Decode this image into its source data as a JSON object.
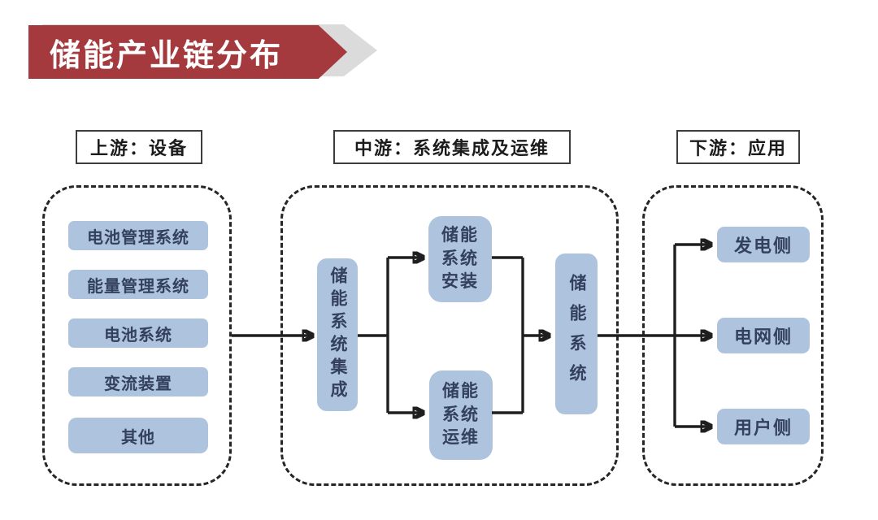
{
  "title": {
    "banner": "储能产业链分布"
  },
  "sections": {
    "upstream": {
      "header": "上游：设备",
      "items": [
        "电池管理系统",
        "能量管理系统",
        "电池系统",
        "变流装置",
        "其他"
      ]
    },
    "midstream": {
      "header": "中游：系统集成及运维",
      "integration": "储能系统集成",
      "install": "储能\n系统\n安装",
      "om": "储能\n系统\n运维",
      "system": "储能系统"
    },
    "downstream": {
      "header": "下游：应用",
      "items": [
        "发电侧",
        "电网侧",
        "用户侧"
      ]
    }
  },
  "colors": {
    "banner_red": "#A43A3E",
    "banner_backdrop_gray": "#DBDBDB",
    "node_fill": "#AEC3DE",
    "node_text": "#33415C",
    "line_color": "#1f1f1f"
  }
}
